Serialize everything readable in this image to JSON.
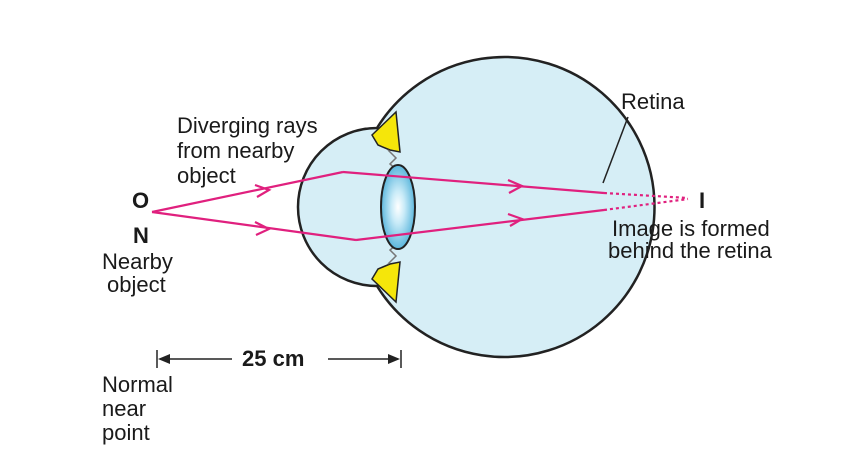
{
  "labels": {
    "point_o": "O",
    "point_n": "N",
    "nearby_object": [
      "Nearby",
      "object"
    ],
    "diverging_rays": [
      "Diverging rays",
      "from nearby",
      "object"
    ],
    "retina": "Retina",
    "image_point": "I",
    "image_note": [
      "Image is formed",
      "behind the retina"
    ],
    "distance": "25 cm",
    "near_point": [
      "Normal",
      "near",
      "point"
    ]
  },
  "colors": {
    "rays": "#e0207e",
    "eyeball_fill": "#d6eef6",
    "outline": "#222222",
    "lens_fill": "#8fd2ee",
    "ciliary": "#f5e60a"
  }
}
